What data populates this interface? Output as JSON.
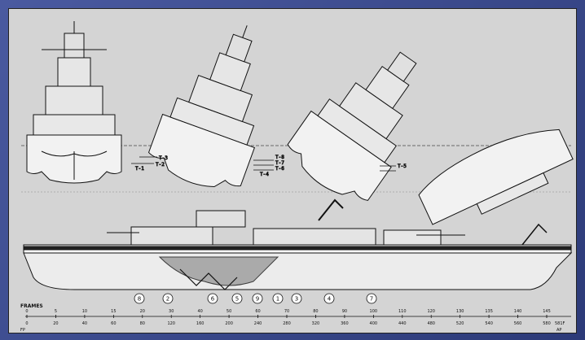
{
  "torpedo_labels": [
    "T-1",
    "T-2",
    "T-3",
    "T-4",
    "T-5",
    "T-6",
    "T-7",
    "T-8"
  ],
  "hit_markers": [
    "8",
    "2",
    "6",
    "5",
    "9",
    "1",
    "3",
    "4",
    "7"
  ],
  "scale": {
    "title": "FRAMES",
    "top_ticks": [
      "0",
      "5",
      "10",
      "15",
      "20",
      "30",
      "40",
      "50",
      "60",
      "70",
      "80",
      "90",
      "100",
      "110",
      "120",
      "130",
      "135",
      "140",
      "145"
    ],
    "bottom_ticks": [
      "0",
      "20",
      "40",
      "60",
      "80",
      "120",
      "160",
      "200",
      "240",
      "280",
      "320",
      "360",
      "400",
      "440",
      "480",
      "520",
      "540",
      "560",
      "580"
    ],
    "fp_label": "FP",
    "ap_label": "AP",
    "end_label": "581F"
  },
  "colors": {
    "paper": "#d4d4d4",
    "ink": "#111111",
    "frame": "#3b4a8a"
  }
}
